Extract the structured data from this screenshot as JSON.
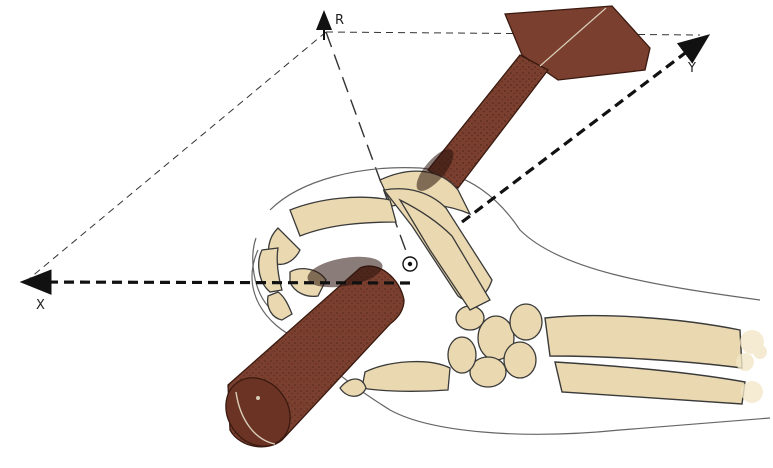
{
  "figure": {
    "axes": {
      "r_label": "R",
      "y_label": "Y",
      "x_label": "X"
    },
    "colors": {
      "bone": "#ead9b0",
      "bone_outline": "#3a3a3a",
      "handle": "#7a3f2e",
      "handle_dark": "#5a2a1e",
      "hammer_head": "#7a3f2e",
      "axis": "#111111",
      "construction_line": "#333333",
      "skin_outline": "#666666"
    },
    "icons": {
      "center_marker": "circled-dot"
    }
  }
}
